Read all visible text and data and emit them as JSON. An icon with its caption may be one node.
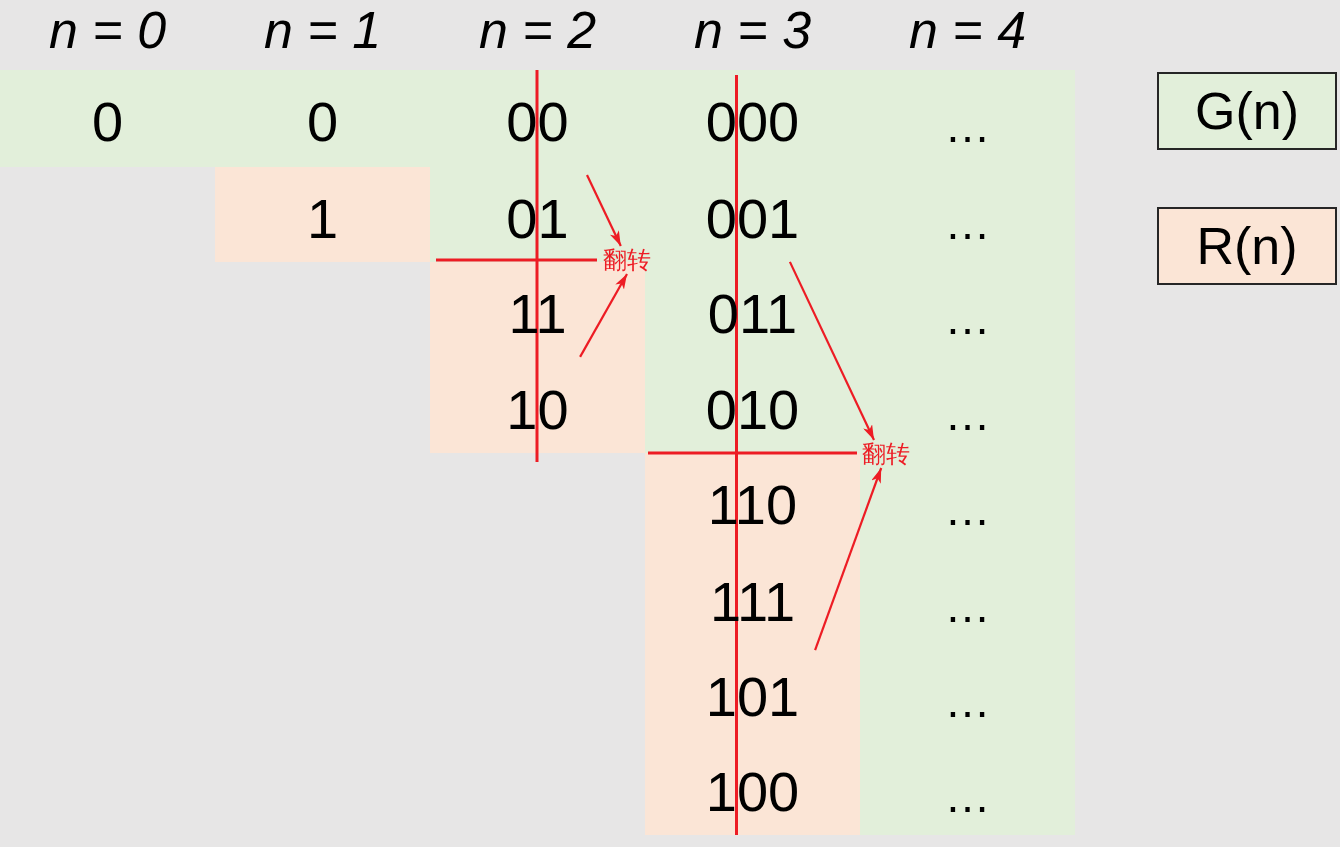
{
  "diagram": {
    "nodes": [
      {
        "text": [
          "0"
        ]
      },
      {
        "text": [
          "0"
        ]
      },
      {
        "text": [
          "00",
          "01"
        ]
      },
      {
        "text": [
          "000",
          "001",
          "011",
          "010"
        ]
      },
      {
        "text": [
          "…",
          "…",
          "…",
          "…",
          "…",
          "…",
          "…",
          "…"
        ]
      },
      {
        "text": [
          "1"
        ]
      },
      {
        "text": [
          "翻转"
        ]
      },
      {
        "text": [
          "11",
          "10"
        ]
      },
      {
        "text": [
          "翻转"
        ],
        "in": 4
      },
      {
        "text": [
          "110",
          "111",
          "101",
          "100"
        ]
      }
    ],
    "edges": [
      {
        "from": 2,
        "to": 6,
        "arrow": "to"
      },
      {
        "from": 7,
        "to": 6,
        "arrow": "to"
      },
      {
        "from": 3,
        "to": 8,
        "arrow": "to"
      },
      {
        "from": 9,
        "to": 8,
        "arrow": "to"
      }
    ],
    "labels": [
      "n = 0",
      "n = 1",
      "n = 2",
      "n = 3",
      "n = 4"
    ],
    "legend": [
      {
        "text": "G(n)",
        "color": "#e2efda"
      },
      {
        "text": "R(n)",
        "color": "#fbe5d6"
      }
    ]
  }
}
